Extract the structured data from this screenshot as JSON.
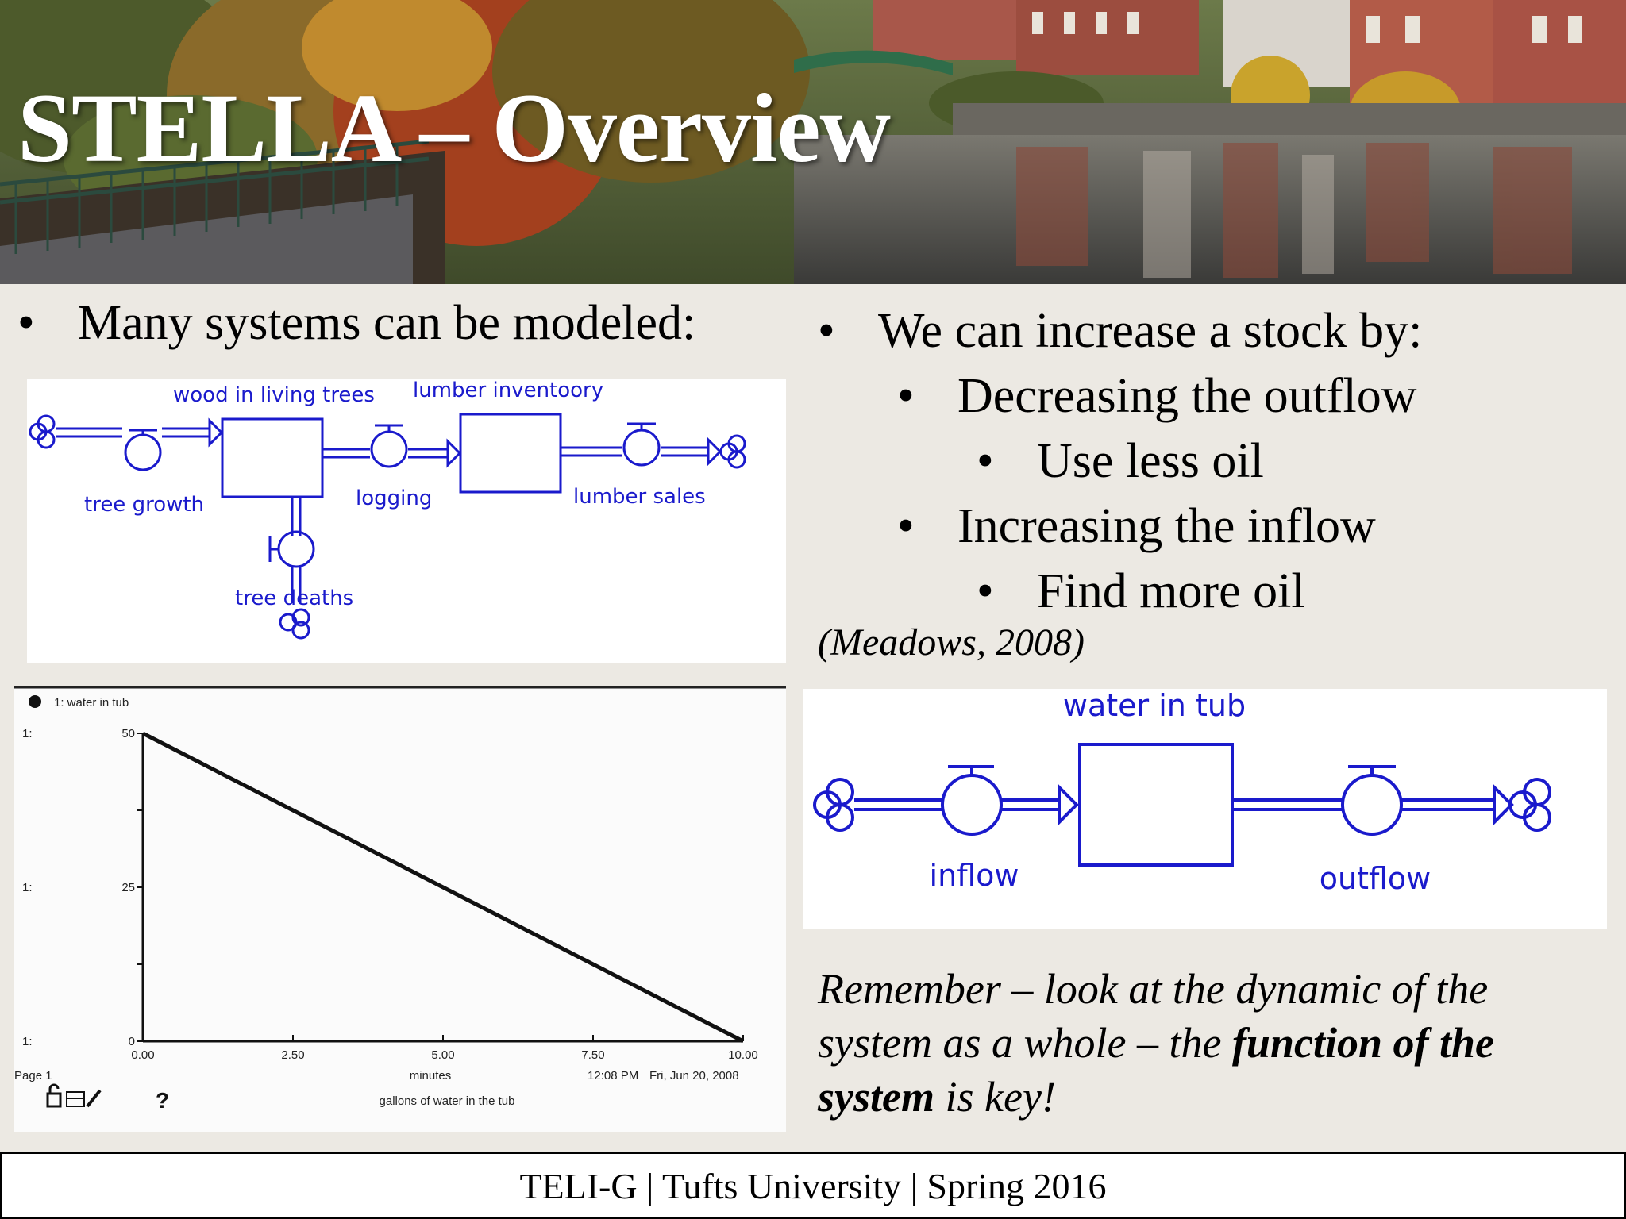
{
  "slide": {
    "title": "STELLA – Overview",
    "left_bullet": "Many systems can be modeled:",
    "bullet_symbol": "•",
    "right_bullets": [
      {
        "text": "We can increase a stock by:"
      },
      {
        "text": "Decreasing the outflow"
      },
      {
        "text": "Use less oil"
      },
      {
        "text": "Increasing the inflow"
      },
      {
        "text": "Find more oil"
      }
    ],
    "citation": "(Meadows, 2008)",
    "remember": {
      "part1": "Remember – look at the dynamic of the system as a whole – the ",
      "bold1": "function of the",
      "space": " ",
      "bold2": "system",
      "part2": " is key!"
    },
    "footer": "TELI-G | Tufts University | Spring 2016"
  },
  "diagram_trees": {
    "stock1": "wood in living trees",
    "stock2": "lumber inventoory",
    "flow_in": "tree growth",
    "flow_mid": "logging",
    "flow_out": "lumber sales",
    "flow_death": "tree deaths"
  },
  "diagram_tub": {
    "stock": "water in tub",
    "inflow": "inflow",
    "outflow": "outflow"
  },
  "chart_data": {
    "type": "line",
    "legend": "1: water in tub",
    "series": [
      {
        "name": "water in tub",
        "x": [
          0,
          1,
          2.5,
          5,
          7.5,
          10
        ],
        "y": [
          50,
          45,
          37.5,
          25,
          12.5,
          0
        ]
      }
    ],
    "xlim": [
      0,
      10
    ],
    "ylim": [
      0,
      50
    ],
    "xticks": [
      "0.00",
      "2.50",
      "5.00",
      "7.50",
      "10.00"
    ],
    "yticks": [
      "50",
      "25",
      "0"
    ],
    "ymarker": "1:",
    "xunit": "minutes",
    "xlabel": "gallons of water in the tub",
    "timestamp_time": "12:08 PM",
    "timestamp_date": "Fri, Jun 20, 2008",
    "page_label": "Page 1",
    "help_glyph": "?",
    "icons": [
      "lock-icon",
      "printer-icon",
      "pin-icon"
    ]
  }
}
